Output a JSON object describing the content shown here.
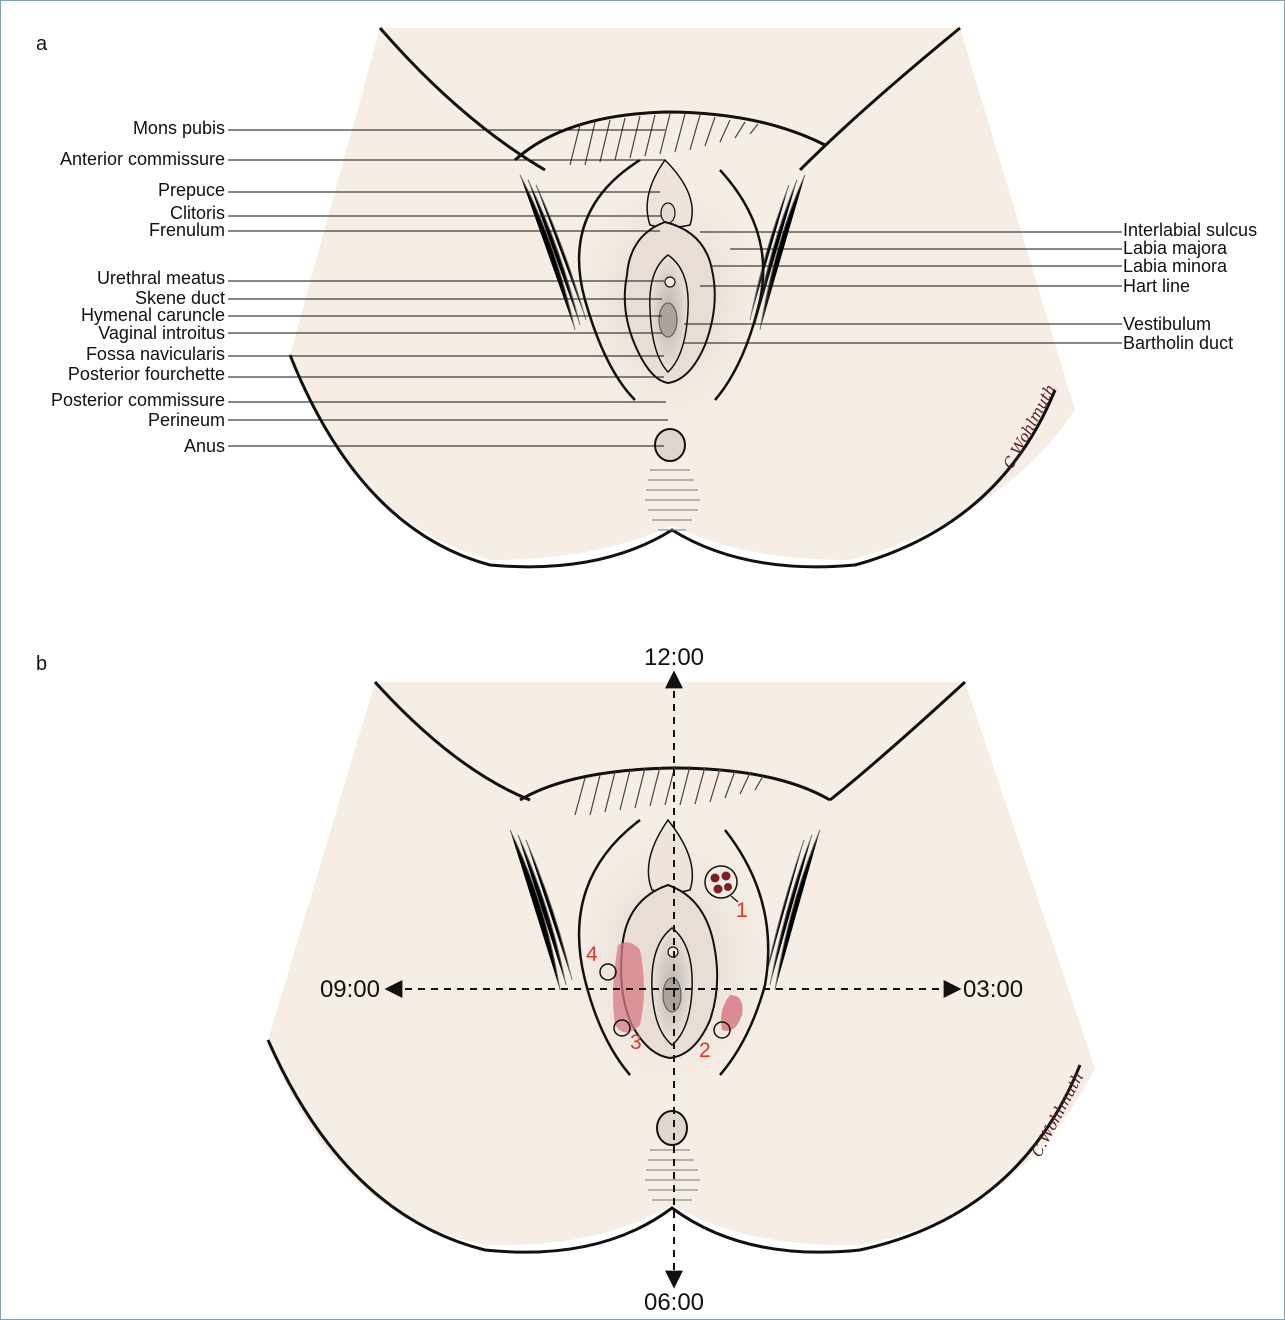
{
  "panel_a": {
    "letter": "a",
    "labels_left": [
      "Mons pubis",
      "Anterior commissure",
      "Prepuce",
      "Clitoris",
      "Frenulum",
      "Urethral meatus",
      "Skene duct",
      "Hymenal caruncle",
      "Vaginal introitus",
      "Fossa navicularis",
      "Posterior fourchette",
      "Posterior commissure",
      "Perineum",
      "Anus"
    ],
    "labels_right": [
      "Interlabial sulcus",
      "Labia majora",
      "Labia minora",
      "Hart line",
      "Vestibulum",
      "Bartholin duct"
    ],
    "signature": "C.Wohlmuth"
  },
  "panel_b": {
    "letter": "b",
    "clock_top": "12:00",
    "clock_left": "09:00",
    "clock_right": "03:00",
    "clock_bottom": "06:00",
    "markers": [
      "1",
      "2",
      "3",
      "4"
    ],
    "signature": "C.Wohlmuth"
  },
  "colors": {
    "skin": "#f6ede4",
    "outline": "#111111",
    "lesion": "#d77a84",
    "marker_number": "#e0352b",
    "frame": "#7fa0b8"
  }
}
